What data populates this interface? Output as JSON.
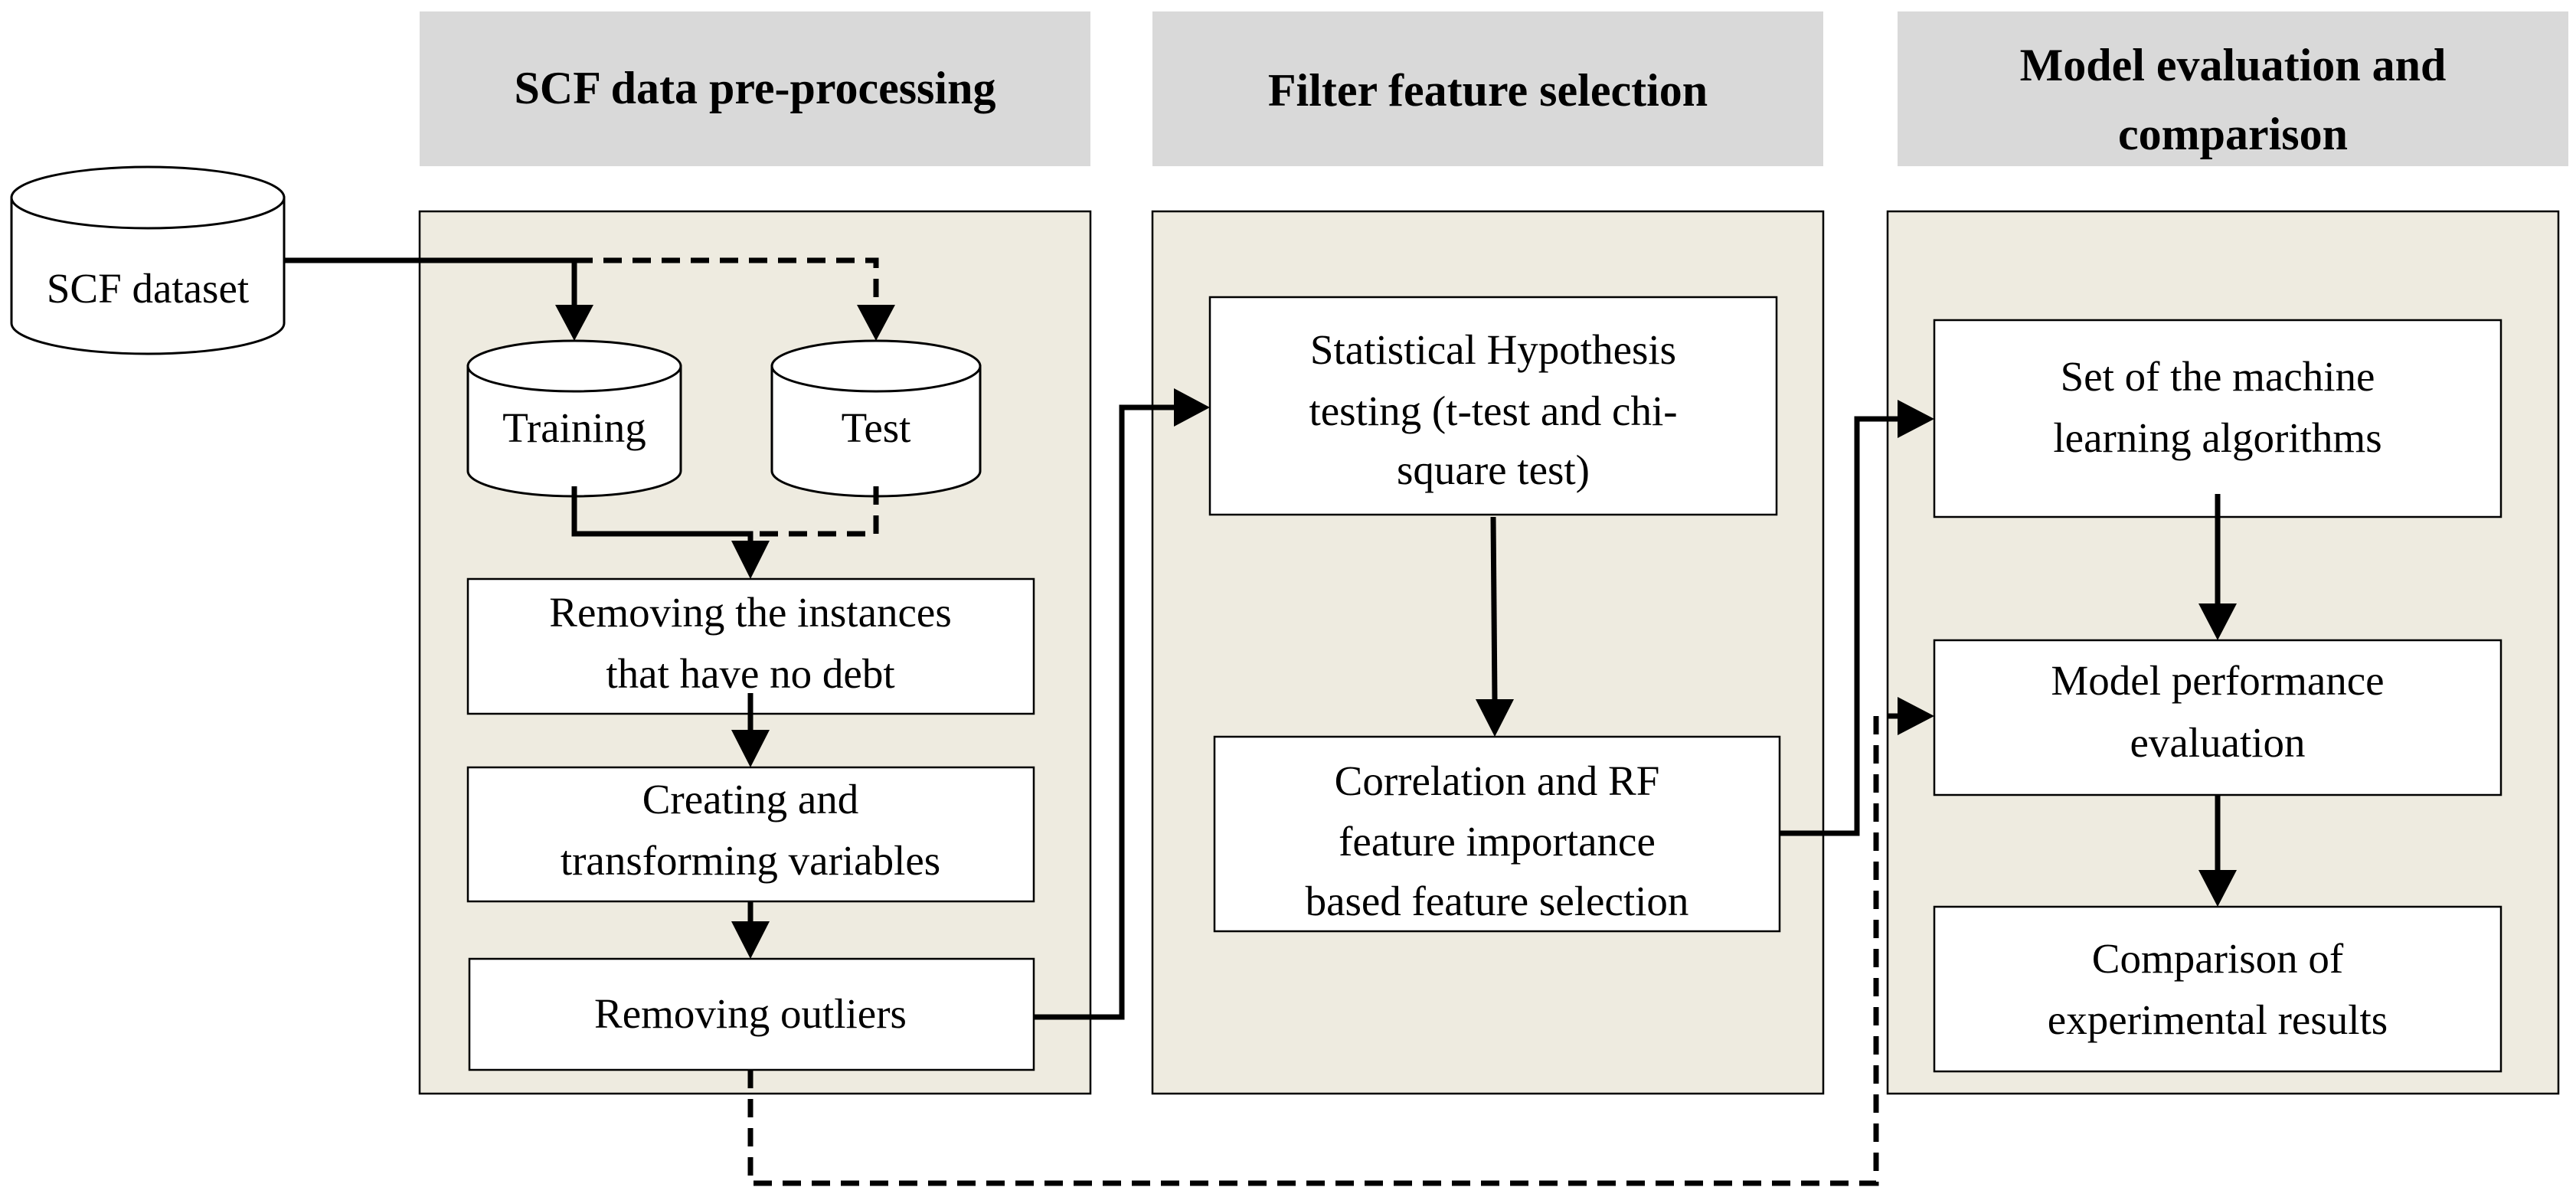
{
  "headers": {
    "preprocessing": "SCF data pre-processing",
    "feature_selection": "Filter feature selection",
    "evaluation": [
      "Model evaluation and",
      "comparison"
    ]
  },
  "dataset": {
    "label": "SCF dataset"
  },
  "split": {
    "training": "Training",
    "test": "Test"
  },
  "preprocessing_steps": {
    "remove_no_debt": [
      "Removing the instances",
      "that have no debt"
    ],
    "transform": [
      "Creating and",
      "transforming variables"
    ],
    "outliers": [
      "Removing outliers"
    ]
  },
  "feature_selection_steps": {
    "hypothesis": [
      "Statistical Hypothesis",
      "testing (t-test and chi-",
      "square test)"
    ],
    "correlation_rf": [
      "Correlation and RF",
      "feature importance",
      "based feature selection"
    ]
  },
  "evaluation_steps": {
    "algorithms": [
      "Set of the machine",
      "learning algorithms"
    ],
    "performance": [
      "Model performance",
      "evaluation"
    ],
    "comparison": [
      "Comparison of",
      "experimental results"
    ]
  }
}
